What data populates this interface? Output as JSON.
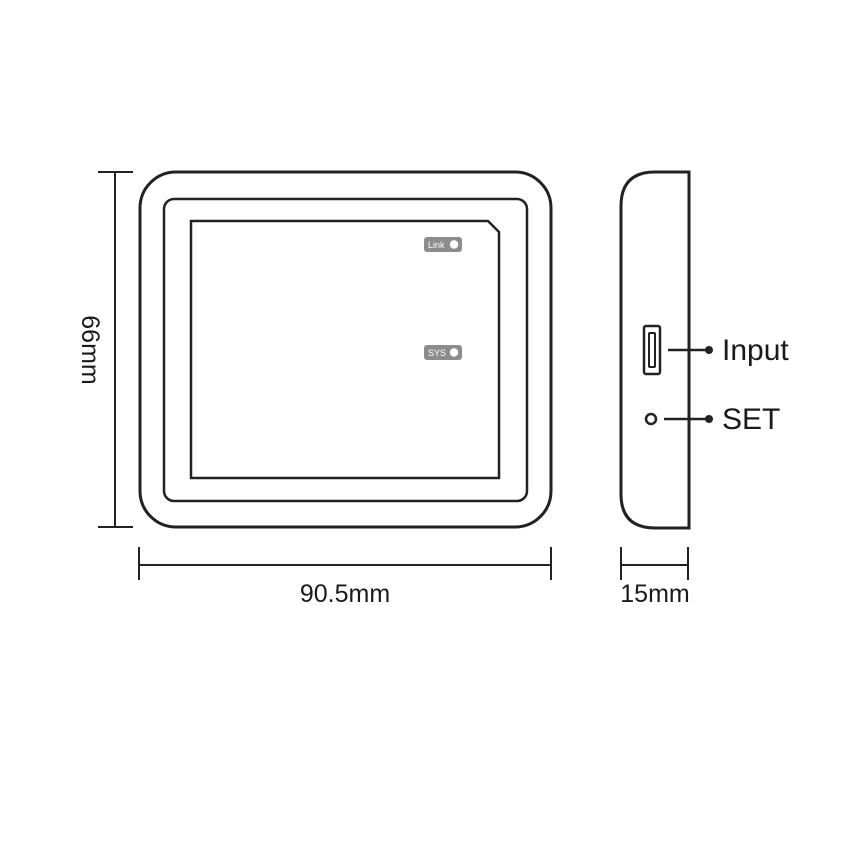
{
  "front_view": {
    "indicators": [
      {
        "label": "Link"
      },
      {
        "label": "SYS"
      }
    ]
  },
  "side_view": {
    "callouts": [
      {
        "label": "Input",
        "port": "usb-port"
      },
      {
        "label": "SET",
        "port": "set-button-hole"
      }
    ]
  },
  "dimensions": {
    "height": "66mm",
    "width": "90.5mm",
    "depth": "15mm"
  },
  "colors": {
    "line": "#222222",
    "badge_fill": "#8c8c8c",
    "background": "#ffffff"
  }
}
